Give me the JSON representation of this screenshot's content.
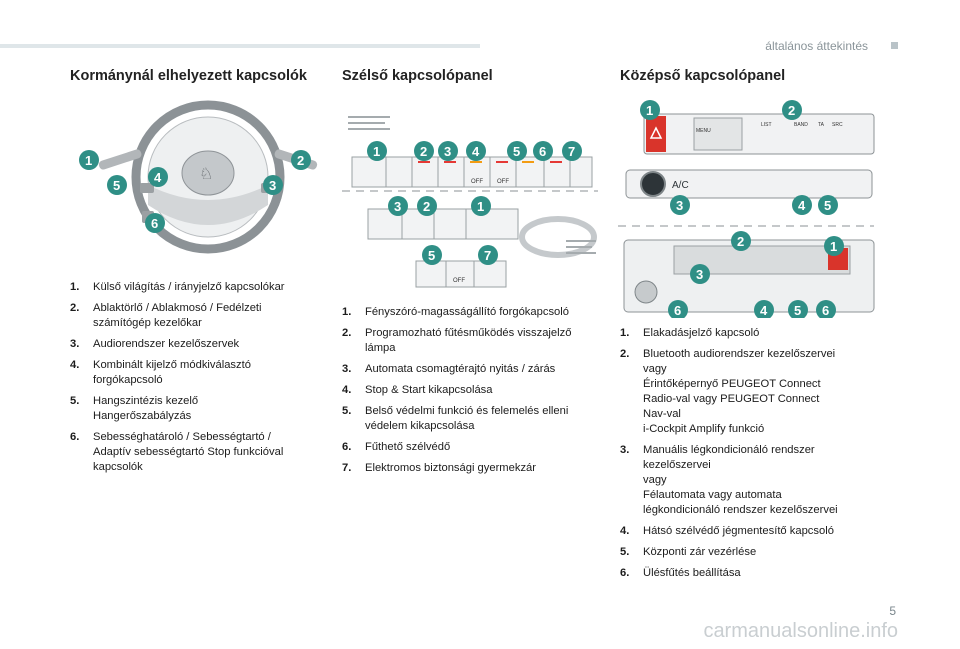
{
  "header": {
    "section": "általános áttekintés"
  },
  "page_number": "5",
  "watermark": "carmanualsonline.info",
  "col1": {
    "title": "Kormánynál elhelyezett kapcsolók",
    "items": [
      {
        "n": "1.",
        "text": "Külső világítás / irányjelző kapcsolókar"
      },
      {
        "n": "2.",
        "text": "Ablaktörlő / Ablakmosó / Fedélzeti\nszámítógép kezelőkar"
      },
      {
        "n": "3.",
        "text": "Audiorendszer kezelőszervek"
      },
      {
        "n": "4.",
        "text": "Kombinált kijelző módkiválasztó\nforgókapcsoló"
      },
      {
        "n": "5.",
        "text": "Hangszintézis kezelő\nHangerőszabályzás"
      },
      {
        "n": "6.",
        "text": "Sebességhatároló / Sebességtartó /\nAdaptív sebességtartó Stop funkcióval\nkapcsolók"
      }
    ]
  },
  "col2": {
    "title": "Szélső kapcsolópanel",
    "items": [
      {
        "n": "1.",
        "text": "Fényszóró-magasságállító forgókapcsoló"
      },
      {
        "n": "2.",
        "text": "Programozható fűtésműködés visszajelző\nlámpa"
      },
      {
        "n": "3.",
        "text": "Automata csomagtérajtó nyitás / zárás"
      },
      {
        "n": "4.",
        "text": "Stop & Start kikapcsolása"
      },
      {
        "n": "5.",
        "text": "Belső védelmi funkció és felemelés elleni\nvédelem kikapcsolása"
      },
      {
        "n": "6.",
        "text": "Fűthető szélvédő"
      },
      {
        "n": "7.",
        "text": "Elektromos biztonsági gyermekzár"
      }
    ]
  },
  "col3": {
    "title": "Középső kapcsolópanel",
    "items": [
      {
        "n": "1.",
        "text": "Elakadásjelző kapcsoló"
      },
      {
        "n": "2.",
        "text": "Bluetooth audiorendszer kezelőszervei\nvagy\nÉrintőképernyő PEUGEOT Connect\nRadio-val vagy PEUGEOT Connect\nNav-val\ni-Cockpit Amplify funkció"
      },
      {
        "n": "3.",
        "text": "Manuális légkondicionáló rendszer\nkezelőszervei\nvagy\nFélautomata vagy automata\nlégkondicionáló rendszer kezelőszervei"
      },
      {
        "n": "4.",
        "text": "Hátsó szélvédő jégmentesítő kapcsoló"
      },
      {
        "n": "5.",
        "text": "Központi zár vezérlése"
      },
      {
        "n": "6.",
        "text": "Ülésfűtés beállítása"
      }
    ]
  },
  "figures": {
    "wheel_badges": [
      "1",
      "2",
      "3",
      "4",
      "5",
      "6"
    ],
    "side_panel_badges_top": [
      "1",
      "2",
      "3",
      "4",
      "5",
      "6",
      "7"
    ],
    "side_panel_badges_mid": [
      "3",
      "2",
      "1"
    ],
    "side_panel_badges_bot": [
      "5",
      "7"
    ],
    "side_panel_off_label": "OFF",
    "center_top_badges": [
      "1",
      "2"
    ],
    "center_top_labels": [
      "MENU",
      "LIST",
      "BAND",
      "TA",
      "SRC"
    ],
    "center_mid_badges": [
      "3",
      "4",
      "5"
    ],
    "center_mid_label": "A/C",
    "center_bot_badges": [
      "2",
      "1",
      "3",
      "6",
      "4",
      "5",
      "6"
    ]
  }
}
